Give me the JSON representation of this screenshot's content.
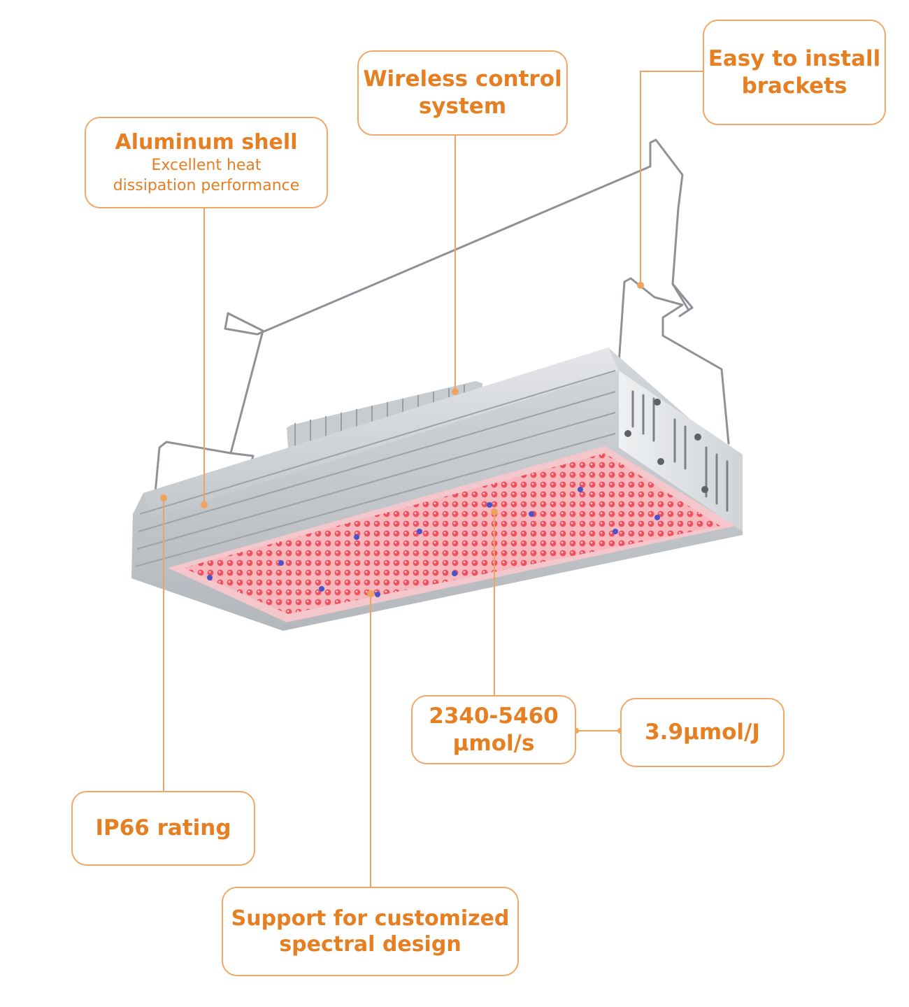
{
  "colors": {
    "accent": "#e67e22",
    "callout_border": "#f2a766",
    "leader_line": "#f0a35c",
    "led_red": "#f0505e",
    "led_blue": "#4a53c9",
    "housing": "#c9ccd0"
  },
  "callouts": {
    "aluminum": {
      "title": "Aluminum shell",
      "subtitle": "Excellent heat\ndissipation performance"
    },
    "wireless": {
      "title": "Wireless control\nsystem"
    },
    "brackets": {
      "title": "Easy to install\nbrackets"
    },
    "ppf": {
      "title": "2340-5460\nμmol/s"
    },
    "efficacy": {
      "title": "3.9μmol/J"
    },
    "ip66": {
      "title": "IP66 rating"
    },
    "spectral": {
      "title": "Support for customized\nspectral design"
    }
  }
}
